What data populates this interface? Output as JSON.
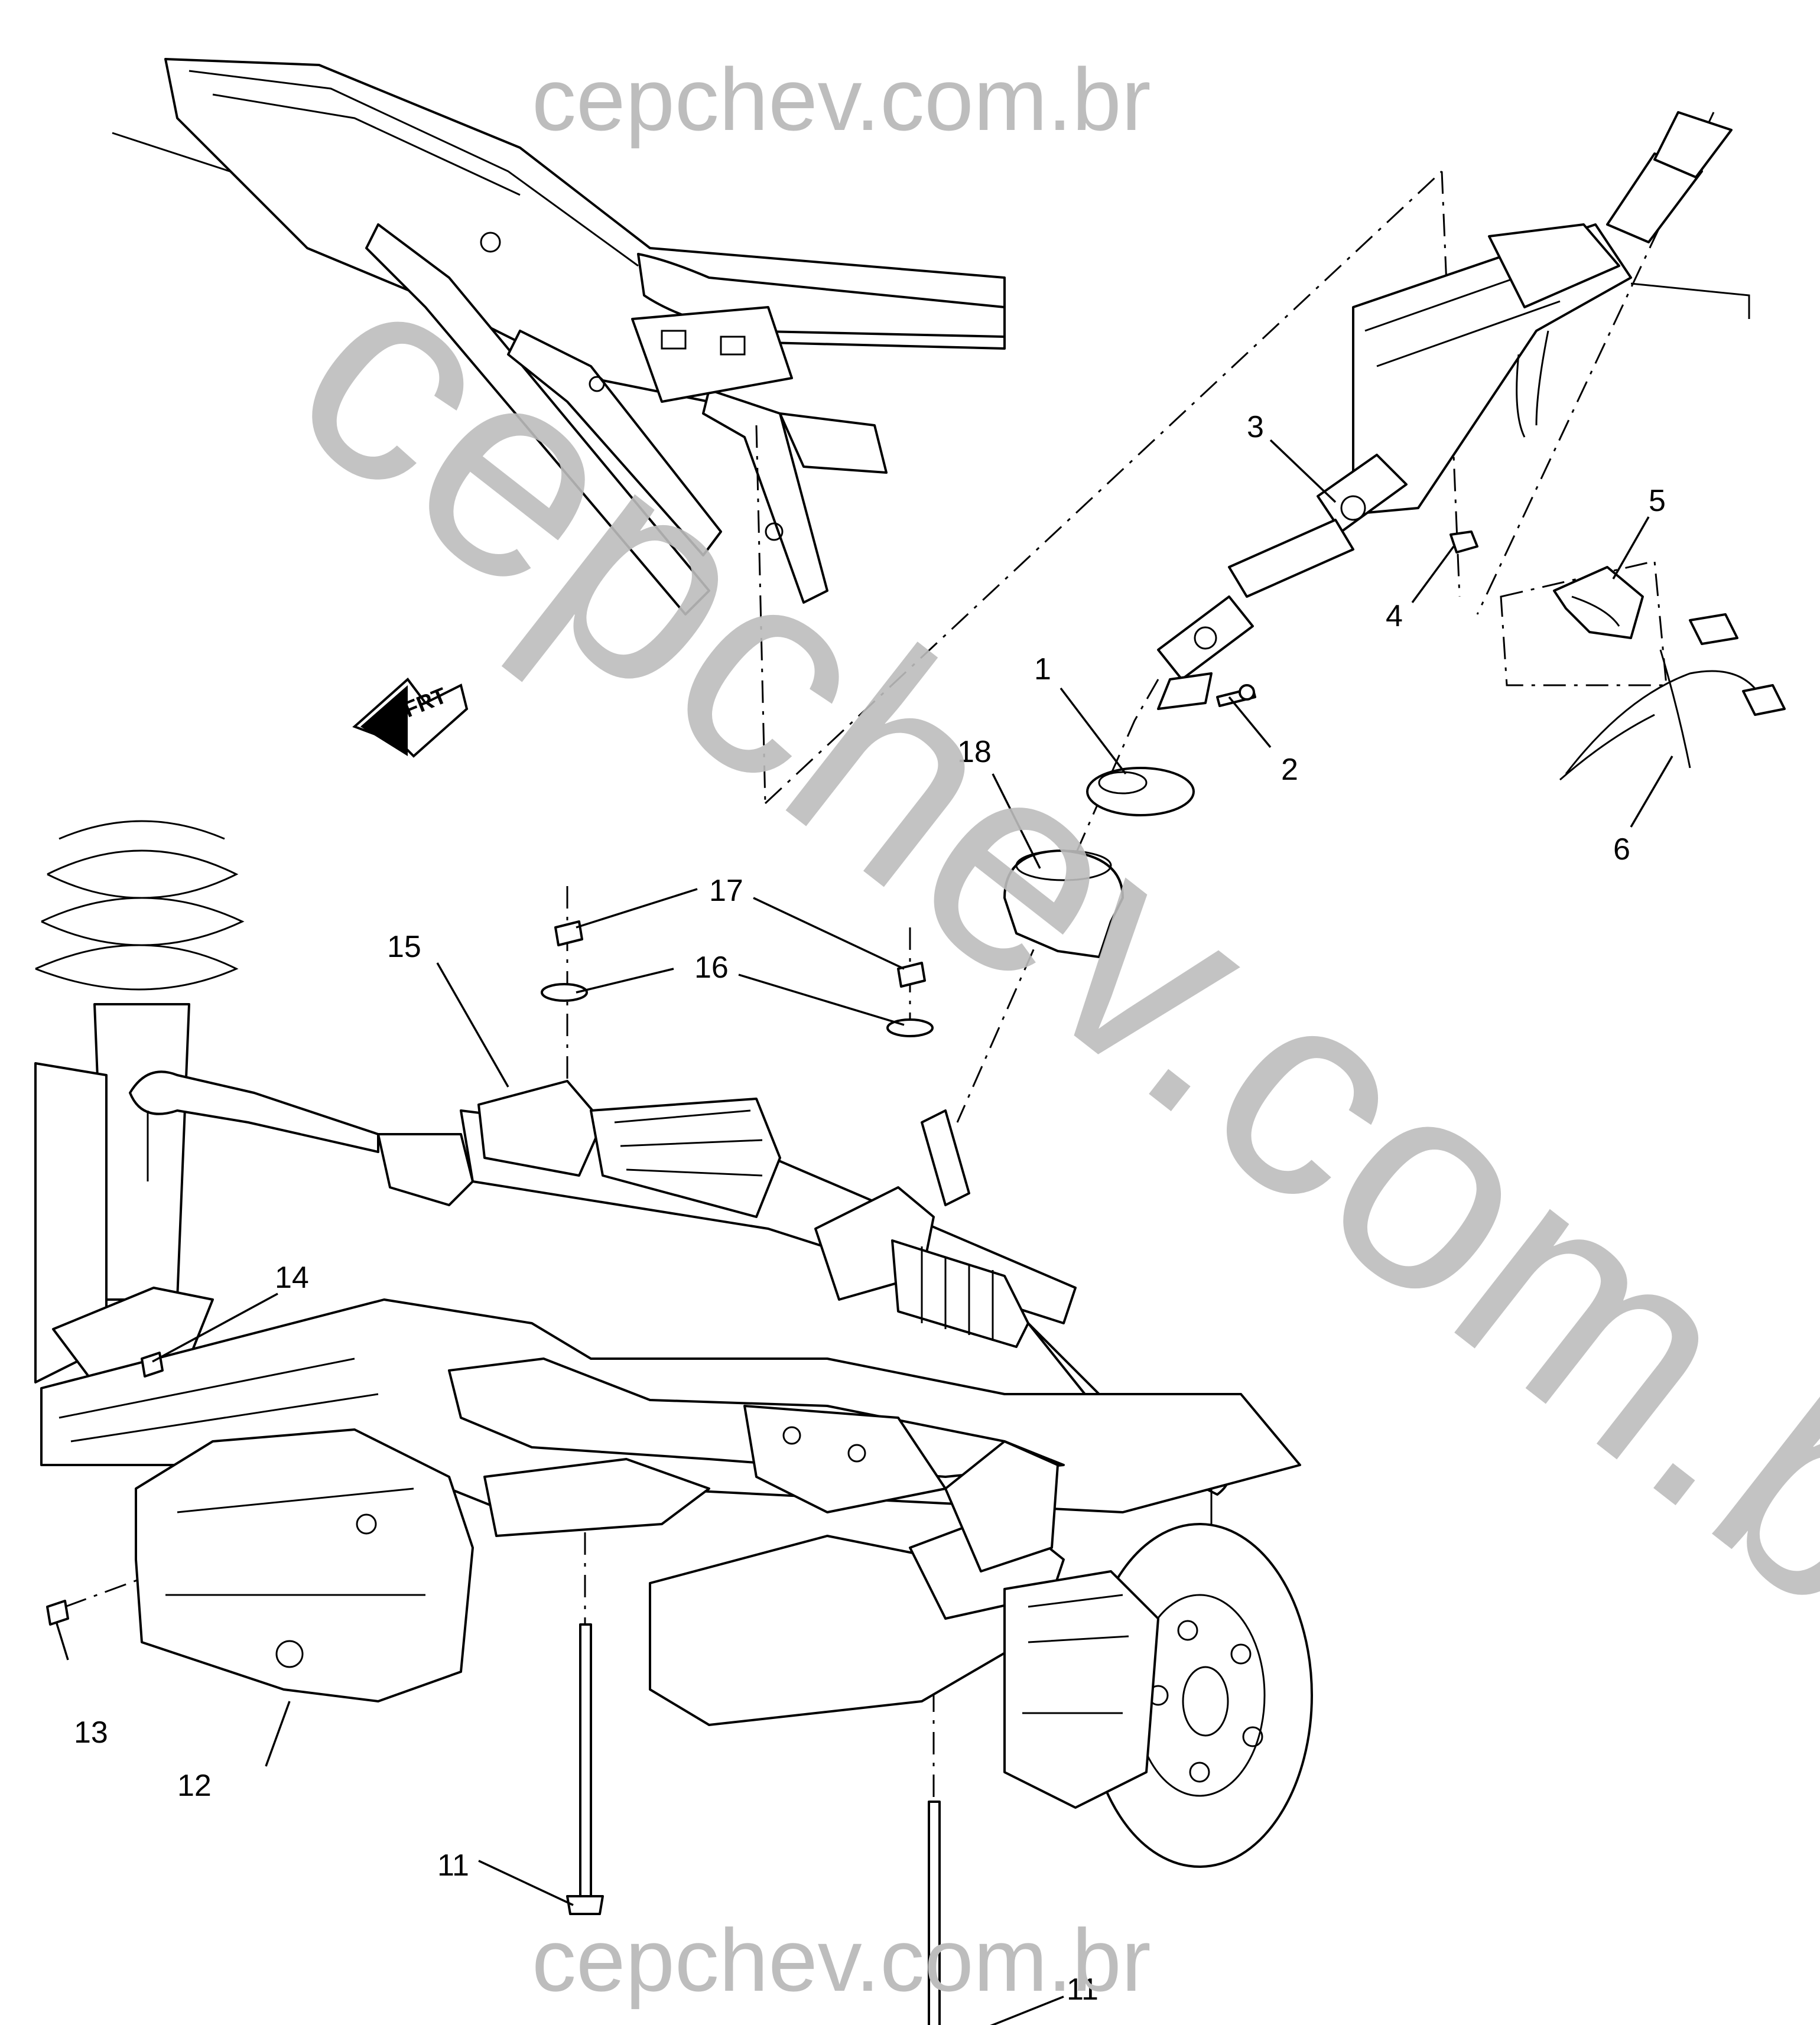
{
  "watermarks": {
    "top": "cepchev.com.br",
    "diagonal": "cepchev.com.br",
    "bottom": "cepchev.com.br"
  },
  "front_indicator": "FRT",
  "callouts": [
    {
      "id": "c1",
      "label": "1"
    },
    {
      "id": "c2",
      "label": "2"
    },
    {
      "id": "c3",
      "label": "3"
    },
    {
      "id": "c4",
      "label": "4"
    },
    {
      "id": "c5",
      "label": "5"
    },
    {
      "id": "c6",
      "label": "6"
    },
    {
      "id": "c11a",
      "label": "11"
    },
    {
      "id": "c11b",
      "label": "11"
    },
    {
      "id": "c12",
      "label": "12"
    },
    {
      "id": "c13",
      "label": "13"
    },
    {
      "id": "c14",
      "label": "14"
    },
    {
      "id": "c15",
      "label": "15"
    },
    {
      "id": "c16",
      "label": "16"
    },
    {
      "id": "c17",
      "label": "17"
    },
    {
      "id": "c18",
      "label": "18"
    }
  ]
}
